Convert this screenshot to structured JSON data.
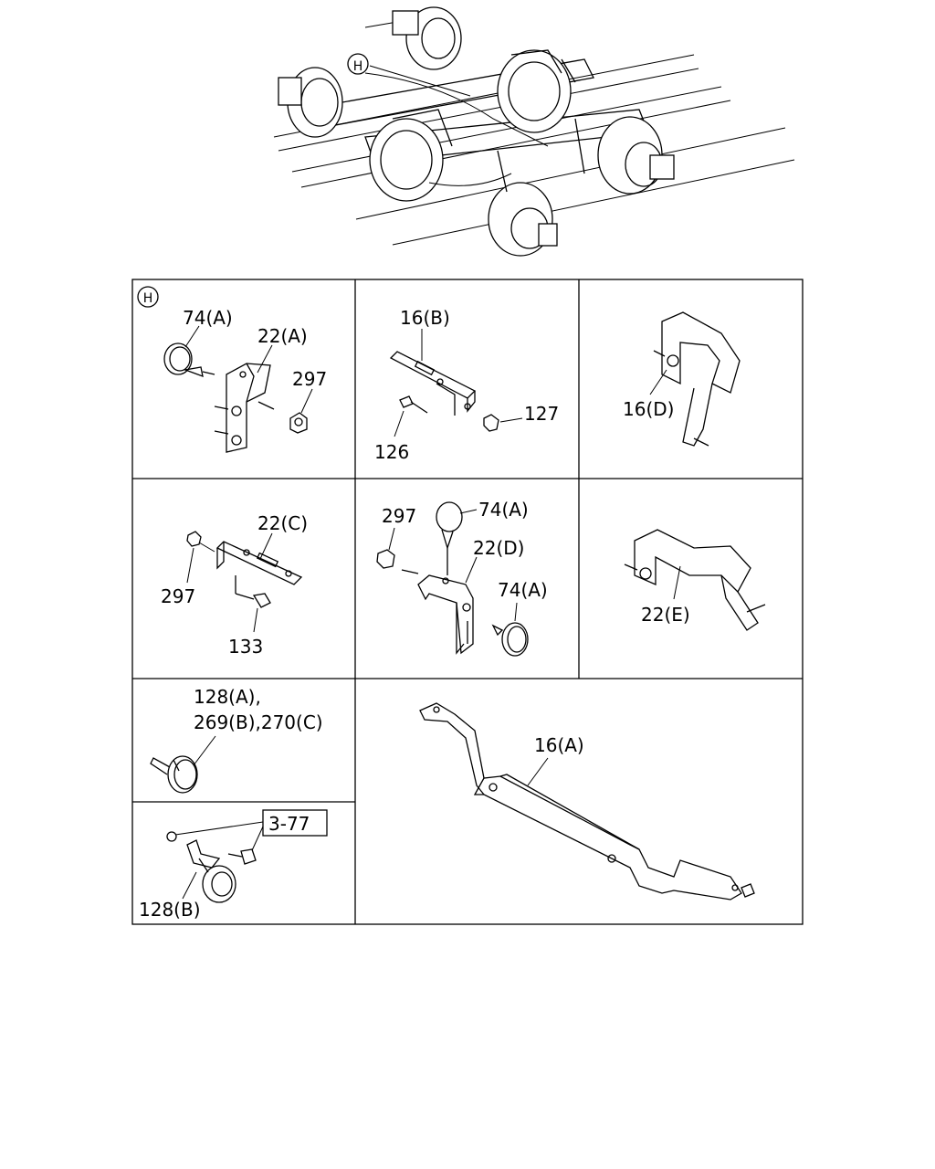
{
  "overview": {
    "callout": "H"
  },
  "panels": {
    "h": {
      "marker": "H",
      "clamp_label": "74(A)",
      "bracket_label": "22(A)",
      "nut_label": "297"
    },
    "b16": {
      "bracket_label": "16(B)",
      "nut_label": "127",
      "bolt_label": "126"
    },
    "d16": {
      "bracket_label": "16(D)"
    },
    "c22": {
      "bracket_label": "22(C)",
      "nut_label": "297",
      "bolt_label": "133"
    },
    "d22": {
      "nut_label": "297",
      "clamp_top_label": "74(A)",
      "bracket_label": "22(D)",
      "clamp_bottom_label": "74(A)"
    },
    "e22": {
      "bracket_label": "22(E)"
    },
    "clamp128a": {
      "line1": "128(A),",
      "line2": "269(B),270(C)"
    },
    "clamp128b": {
      "ref_label": "3-77",
      "clamp_label": "128(B)"
    },
    "a16": {
      "bracket_label": "16(A)"
    }
  }
}
